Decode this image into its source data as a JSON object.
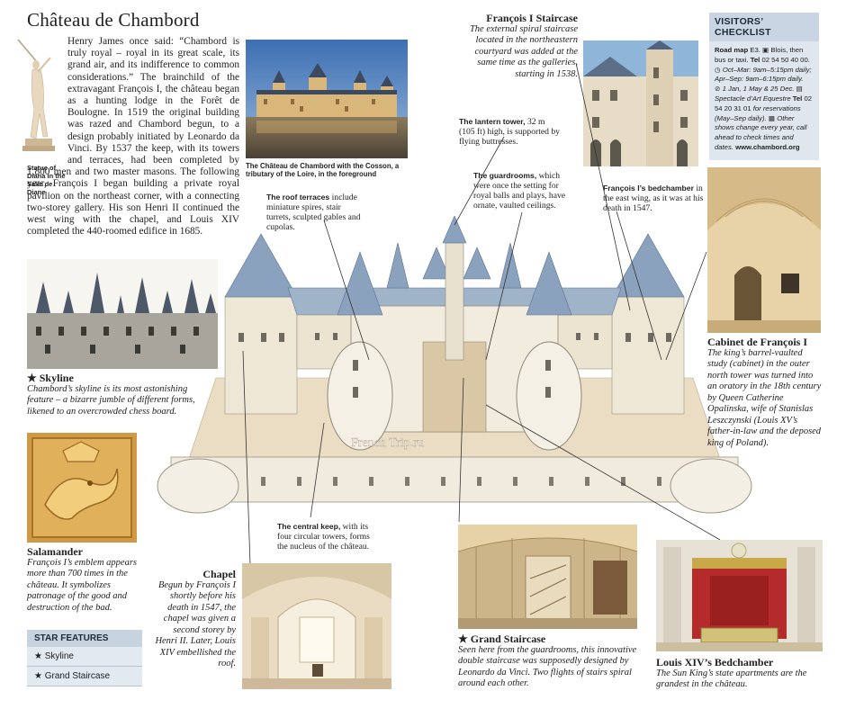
{
  "title": "Château de Chambord",
  "intro": "Henry James once said: “Chambord is truly royal – royal in its great scale, its grand air, and its indifference to common considerations.” The brainchild of the extravagant François I, the château began as a hunting lodge in the Forêt de Boulogne. In 1519 the original building was razed and Chambord begun, to a design probably initiated by Leonardo da Vinci. By 1537 the keep, with its towers and terraces, had been completed by 1,800 men and two master masons. The following year, François I began building a private royal pavilion on the northeast corner, with a connecting two-storey gallery. His son Henri II continued the west wing with the chapel, and Louis XIV completed the 440-roomed edifice in 1685.",
  "statue_caption": "Statue of Diana in the Salle de Diane",
  "photo_caption": "The Château de Chambord with the Cosson, a tributary of the Loire, in the foreground",
  "staircase": {
    "title": "François I Staircase",
    "text": "The external spiral staircase located in the northeastern courtyard was added at the same time as the galleries, starting in 1538."
  },
  "checklist": {
    "header": "VISITORS’ CHECKLIST",
    "road_map": "Road map",
    "road_map_ref": "E3.",
    "transport": "Blois, then bus or taxi.",
    "tel_label": "Tel",
    "tel": "02 54 50 40 00.",
    "hours": "Oct–Mar: 9am–5:15pm daily; Apr–Sep: 9am–6:15pm daily.",
    "closed": "1 Jan, 1 May & 25 Dec.",
    "extras": "Spectacle d’Art Equestre",
    "tel2": "02 54 20 31 01",
    "reservations": "for reservations (May–Sep daily).",
    "shows": "Other shows change every year, call ahead to check times and dates.",
    "website": "www.chambord.org"
  },
  "annotations": {
    "lantern_bold": "The lantern tower,",
    "lantern_text": "32 m (105 ft) high, is supported by flying buttresses.",
    "terraces_bold": "The roof terraces",
    "terraces_text": "include miniature spires, stair turrets, sculpted gables and cupolas.",
    "guardrooms_bold": "The guardrooms,",
    "guardrooms_text": "which were once the setting for royal balls and plays, have ornate, vaulted ceilings.",
    "bedchamber_bold": "François I’s bedchamber",
    "bedchamber_text": "in the east wing, as it was at his death in 1547.",
    "keep_bold": "The central keep,",
    "keep_text": "with its four circular towers, forms the nucleus of the château."
  },
  "skyline": {
    "title": "★ Skyline",
    "text": "Chambord’s skyline is its most astonishing feature – a bizarre jumble of different forms, likened to an overcrowded chess board."
  },
  "salamander": {
    "title": "Salamander",
    "text": "François I’s emblem appears more than 700 times in the château. It symbolizes patronage of the good and destruction of the bad."
  },
  "chapel": {
    "title": "Chapel",
    "text": "Begun by François I shortly before his death in 1547, the chapel was given a second storey by Henri II. Later, Louis XIV embellished the roof."
  },
  "grand_staircase": {
    "title": "★ Grand Staircase",
    "text": "Seen here from the guardrooms, this innovative double staircase was supposedly designed by Leonardo da Vinci. Two flights of stairs spiral around each other."
  },
  "cabinet": {
    "title": "Cabinet de François I",
    "text": "The king’s barrel-vaulted study (cabinet) in the outer north tower was turned into an oratory in the 18th century by Queen Catherine Opalinska, wife of Stanislas Leszczynski (Louis XV’s father-in-law and the deposed king of Poland)."
  },
  "louis": {
    "title": "Louis XIV’s Bedchamber",
    "text": "The Sun King’s state apartments are the grandest in the château."
  },
  "star_features": {
    "header": "STAR FEATURES",
    "items": [
      "★ Skyline",
      "★ Grand Staircase"
    ]
  },
  "watermark": "French Trip.ru",
  "colors": {
    "accent_blue": "#c9d5e2",
    "roof_blue": "#8aa2bd",
    "stone": "#ece3d2"
  }
}
